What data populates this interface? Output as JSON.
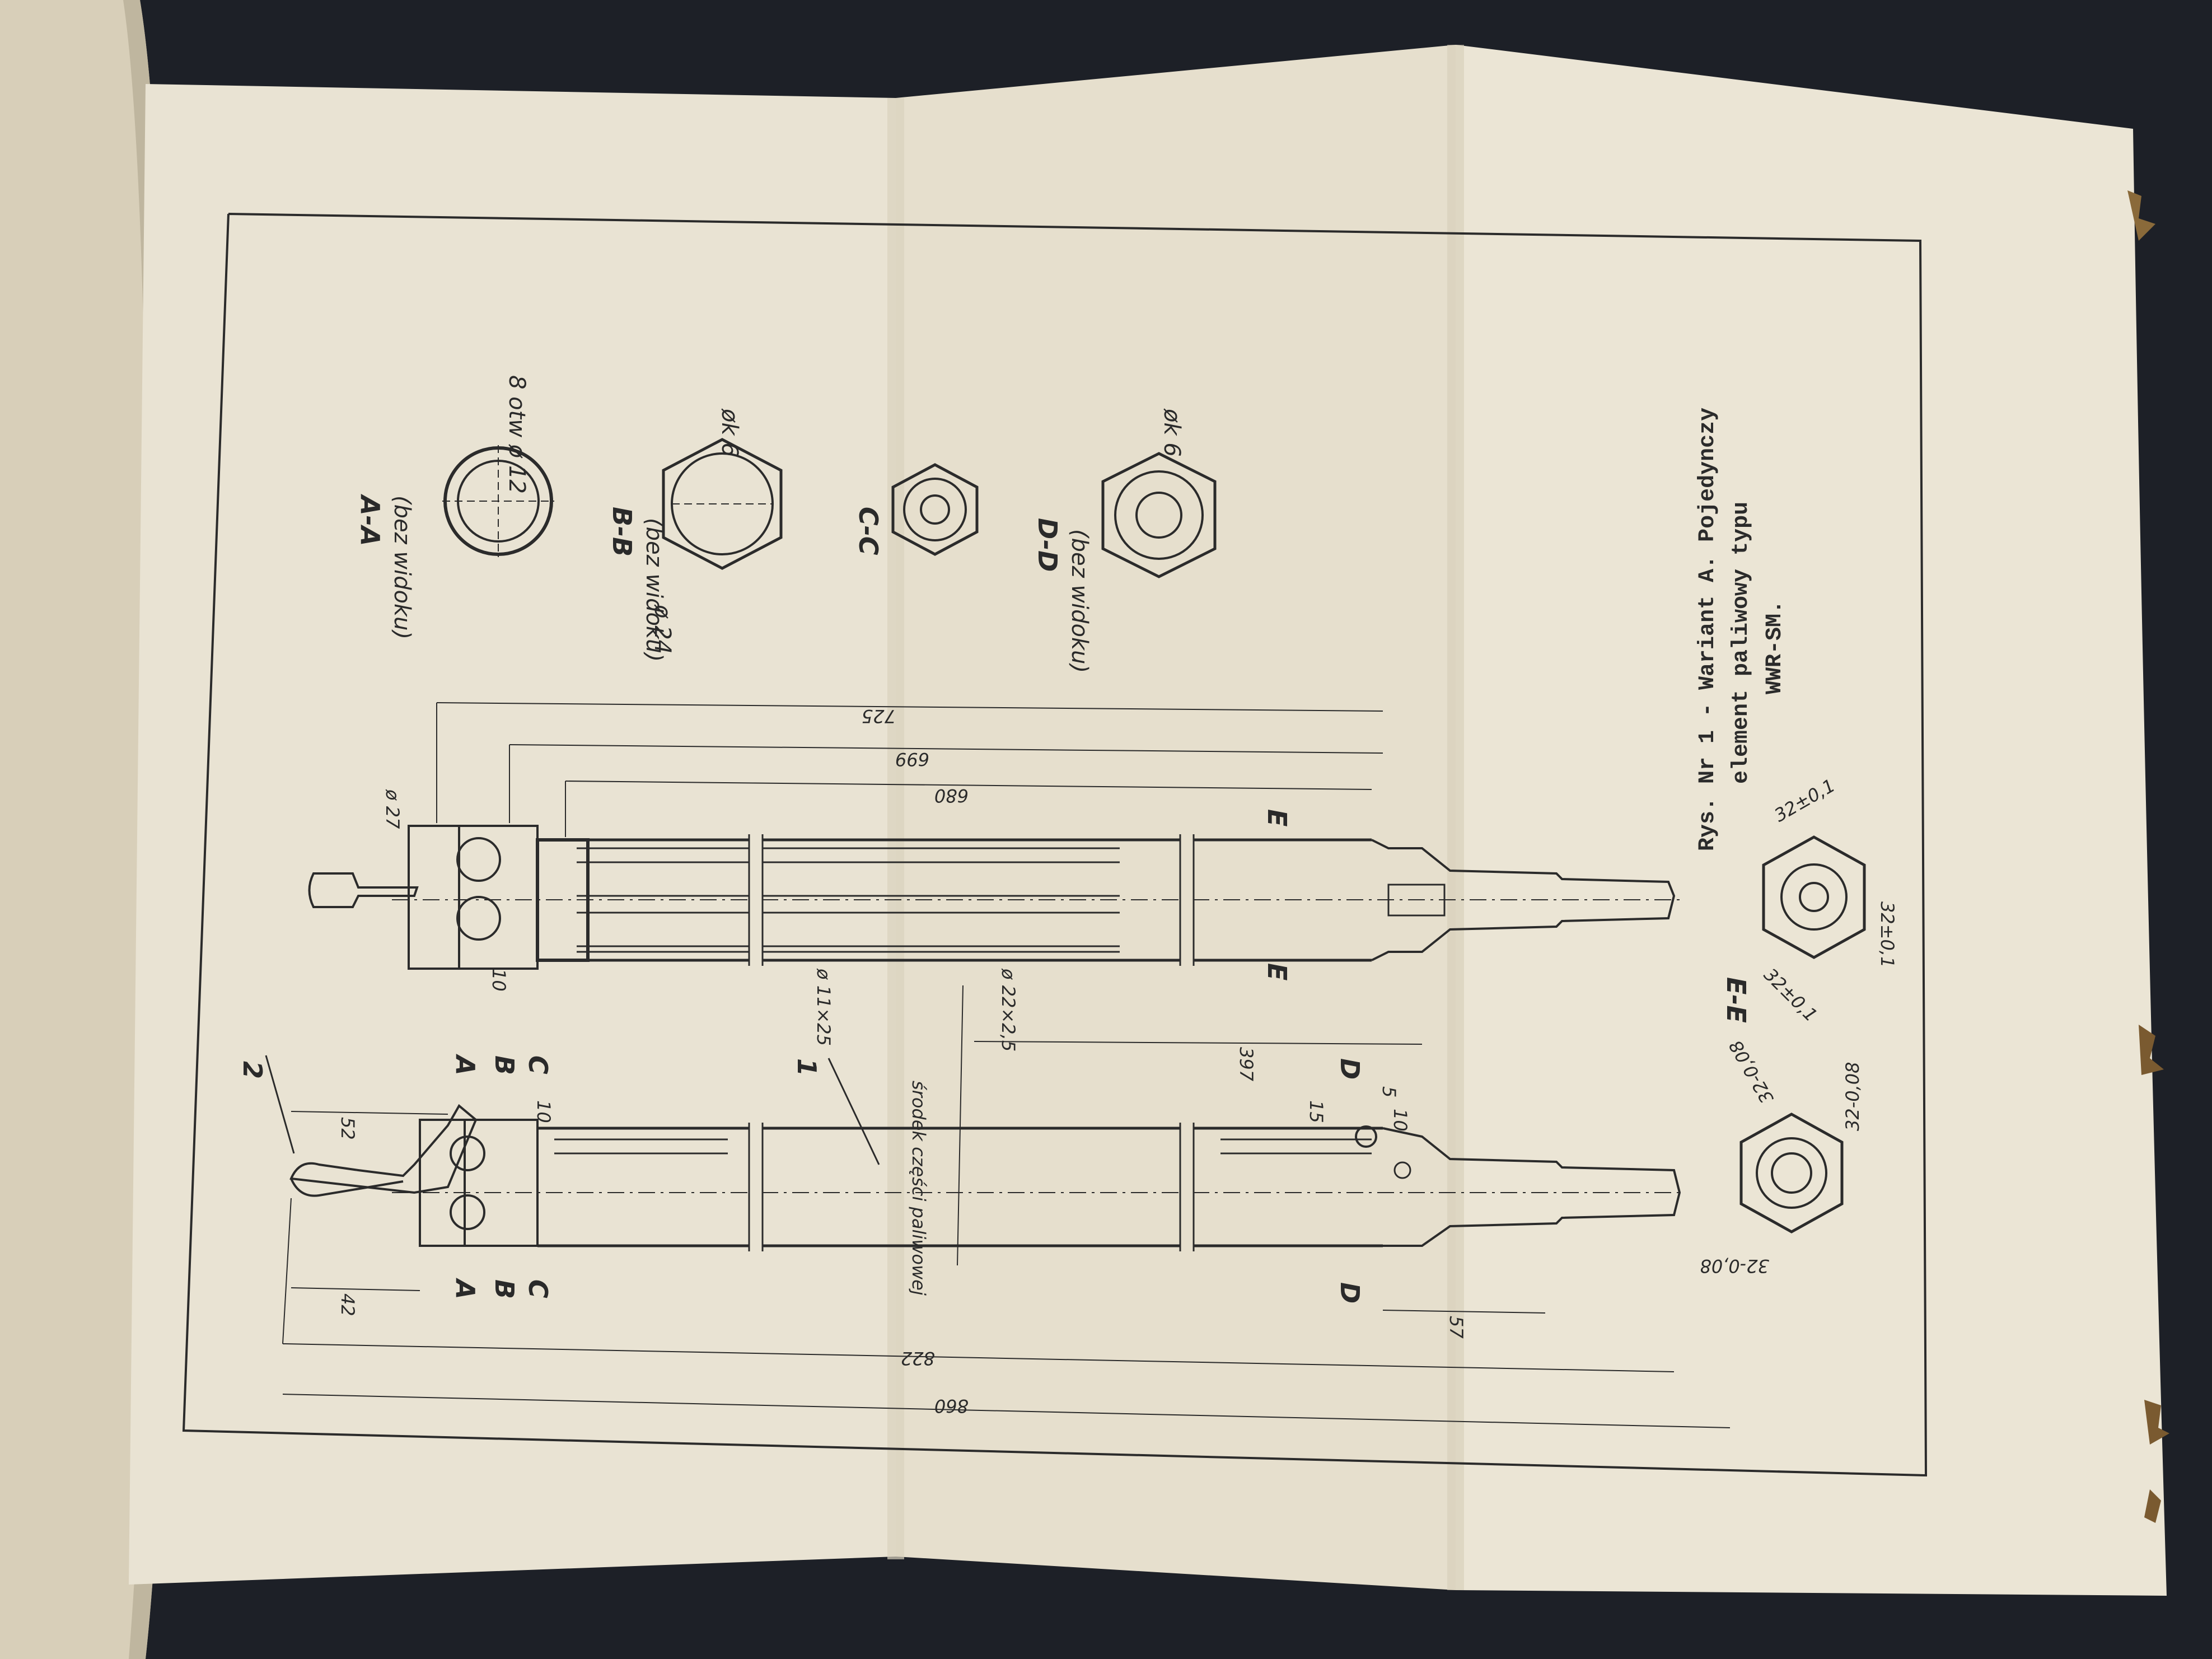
{
  "caption": {
    "line1": "Rys. Nr 1 - Wariant A. Pojedynczy",
    "line2": "element paliwowy typu",
    "line3": "WWR-SM."
  },
  "sections": {
    "aa": {
      "title": "A-A",
      "sub": "(bez widoku)",
      "holes": "8 otw ø 12"
    },
    "bb": {
      "title": "B-B",
      "sub": "(bez widoku)",
      "dia": "ø 24",
      "hole": "øk 6"
    },
    "cc": {
      "title": "C-C"
    },
    "dd": {
      "title": "D-D",
      "sub": "(bez widoku)",
      "hole": "øk 6"
    },
    "ee": {
      "title": "E-E",
      "dim_a": "32±0,1",
      "dim_b": "32±0,1",
      "dim_c": "32±0,1"
    },
    "ff": {
      "dim_a": "32-0,08",
      "dim_b": "32-0,08",
      "dim_c": "32-0,08"
    }
  },
  "dimensions": {
    "d725": "725",
    "d699": "699",
    "d680": "680",
    "d397": "397",
    "d822": "822",
    "d860": "860",
    "d52": "52",
    "d42": "42",
    "d57": "57",
    "d10a": "10",
    "d10b": "10",
    "d10c": "10",
    "d15": "15",
    "d5": "5",
    "d27": "ø 27",
    "d11": "ø 11×25",
    "d22": "ø 22×2,5",
    "center": "środek części paliwowej"
  },
  "labels": {
    "part1": "1",
    "part2": "2",
    "a_top": "A",
    "b_top": "B",
    "c_top": "C",
    "d_top": "D",
    "a_bot": "A",
    "b_bot": "B",
    "c_bot": "C",
    "d_bot": "D",
    "e_top": "E",
    "e_bot": "E"
  }
}
